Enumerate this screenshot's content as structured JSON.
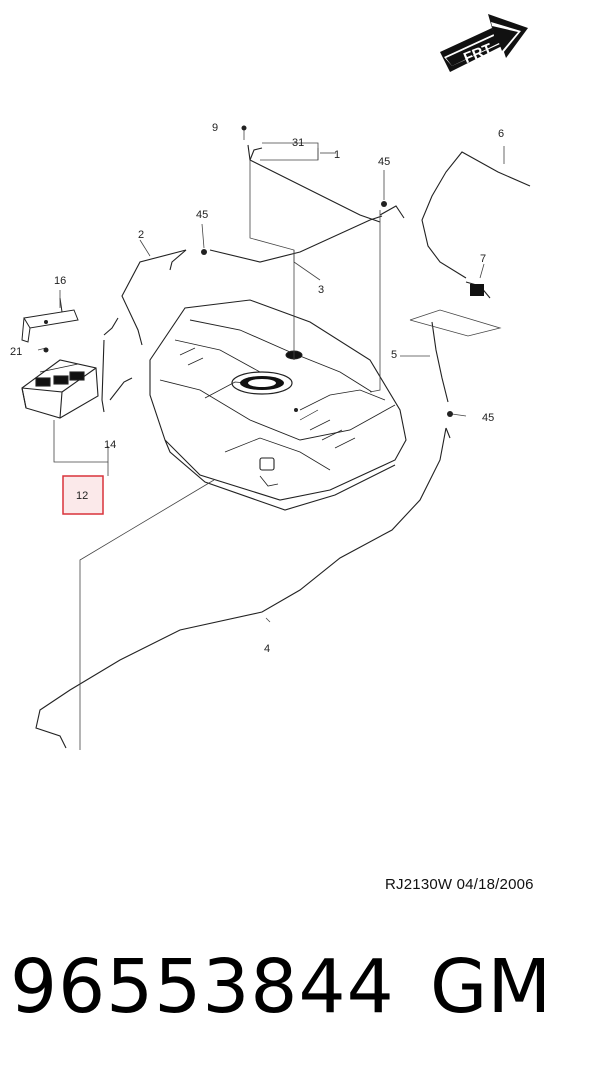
{
  "orientation_arrow": {
    "label": "FRT"
  },
  "callouts": [
    {
      "id": "c1",
      "label": "1"
    },
    {
      "id": "c2",
      "label": "2"
    },
    {
      "id": "c3",
      "label": "3"
    },
    {
      "id": "c4",
      "label": "4"
    },
    {
      "id": "c5",
      "label": "5"
    },
    {
      "id": "c6",
      "label": "6"
    },
    {
      "id": "c7",
      "label": "7"
    },
    {
      "id": "c9",
      "label": "9"
    },
    {
      "id": "c12",
      "label": "12"
    },
    {
      "id": "c14",
      "label": "14"
    },
    {
      "id": "c16",
      "label": "16"
    },
    {
      "id": "c21",
      "label": "21"
    },
    {
      "id": "c31",
      "label": "31"
    },
    {
      "id": "c45a",
      "label": "45"
    },
    {
      "id": "c45b",
      "label": "45"
    },
    {
      "id": "c45c",
      "label": "45"
    }
  ],
  "highlighted_callout": "12",
  "highlight_color": "#d9323a",
  "drawing_reference": "RJ2130W  04/18/2006",
  "part_number": "96553844",
  "brand": "GM"
}
